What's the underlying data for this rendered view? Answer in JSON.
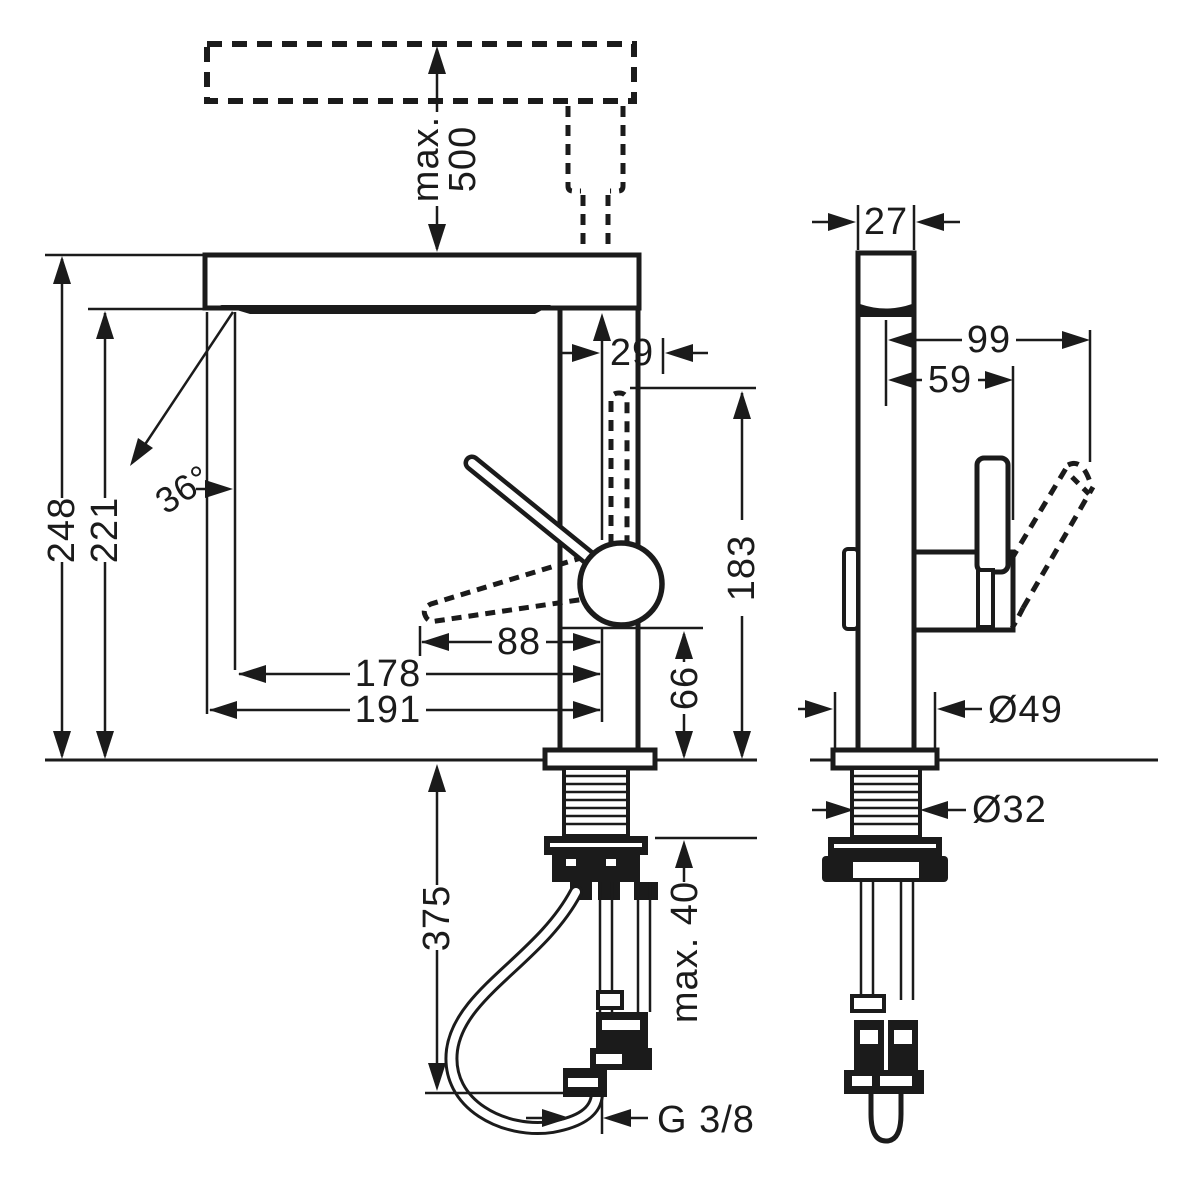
{
  "drawing": {
    "type": "faucet installation dimension drawing, front and side projection",
    "colors": {
      "line": "#1b1b1b",
      "background": "#ffffff"
    },
    "front": {
      "total_height": "248",
      "spout_height": "221",
      "swivel_angle": "36°",
      "spout_handle_offset": "29",
      "handle_height": "183",
      "handle_reach": "88",
      "aerator_reach": "178",
      "total_reach": "191",
      "aerator_height": "66",
      "pullout_max_label": "max.",
      "pullout_max_value": "500",
      "counter_max_thickness": "max. 40",
      "hose_length": "375",
      "thread_label": "G 3/8"
    },
    "side": {
      "depth": "27",
      "reach_back": "99",
      "reach_front": "59",
      "base_diameter": "Ø49",
      "shank_diameter": "Ø32"
    }
  }
}
